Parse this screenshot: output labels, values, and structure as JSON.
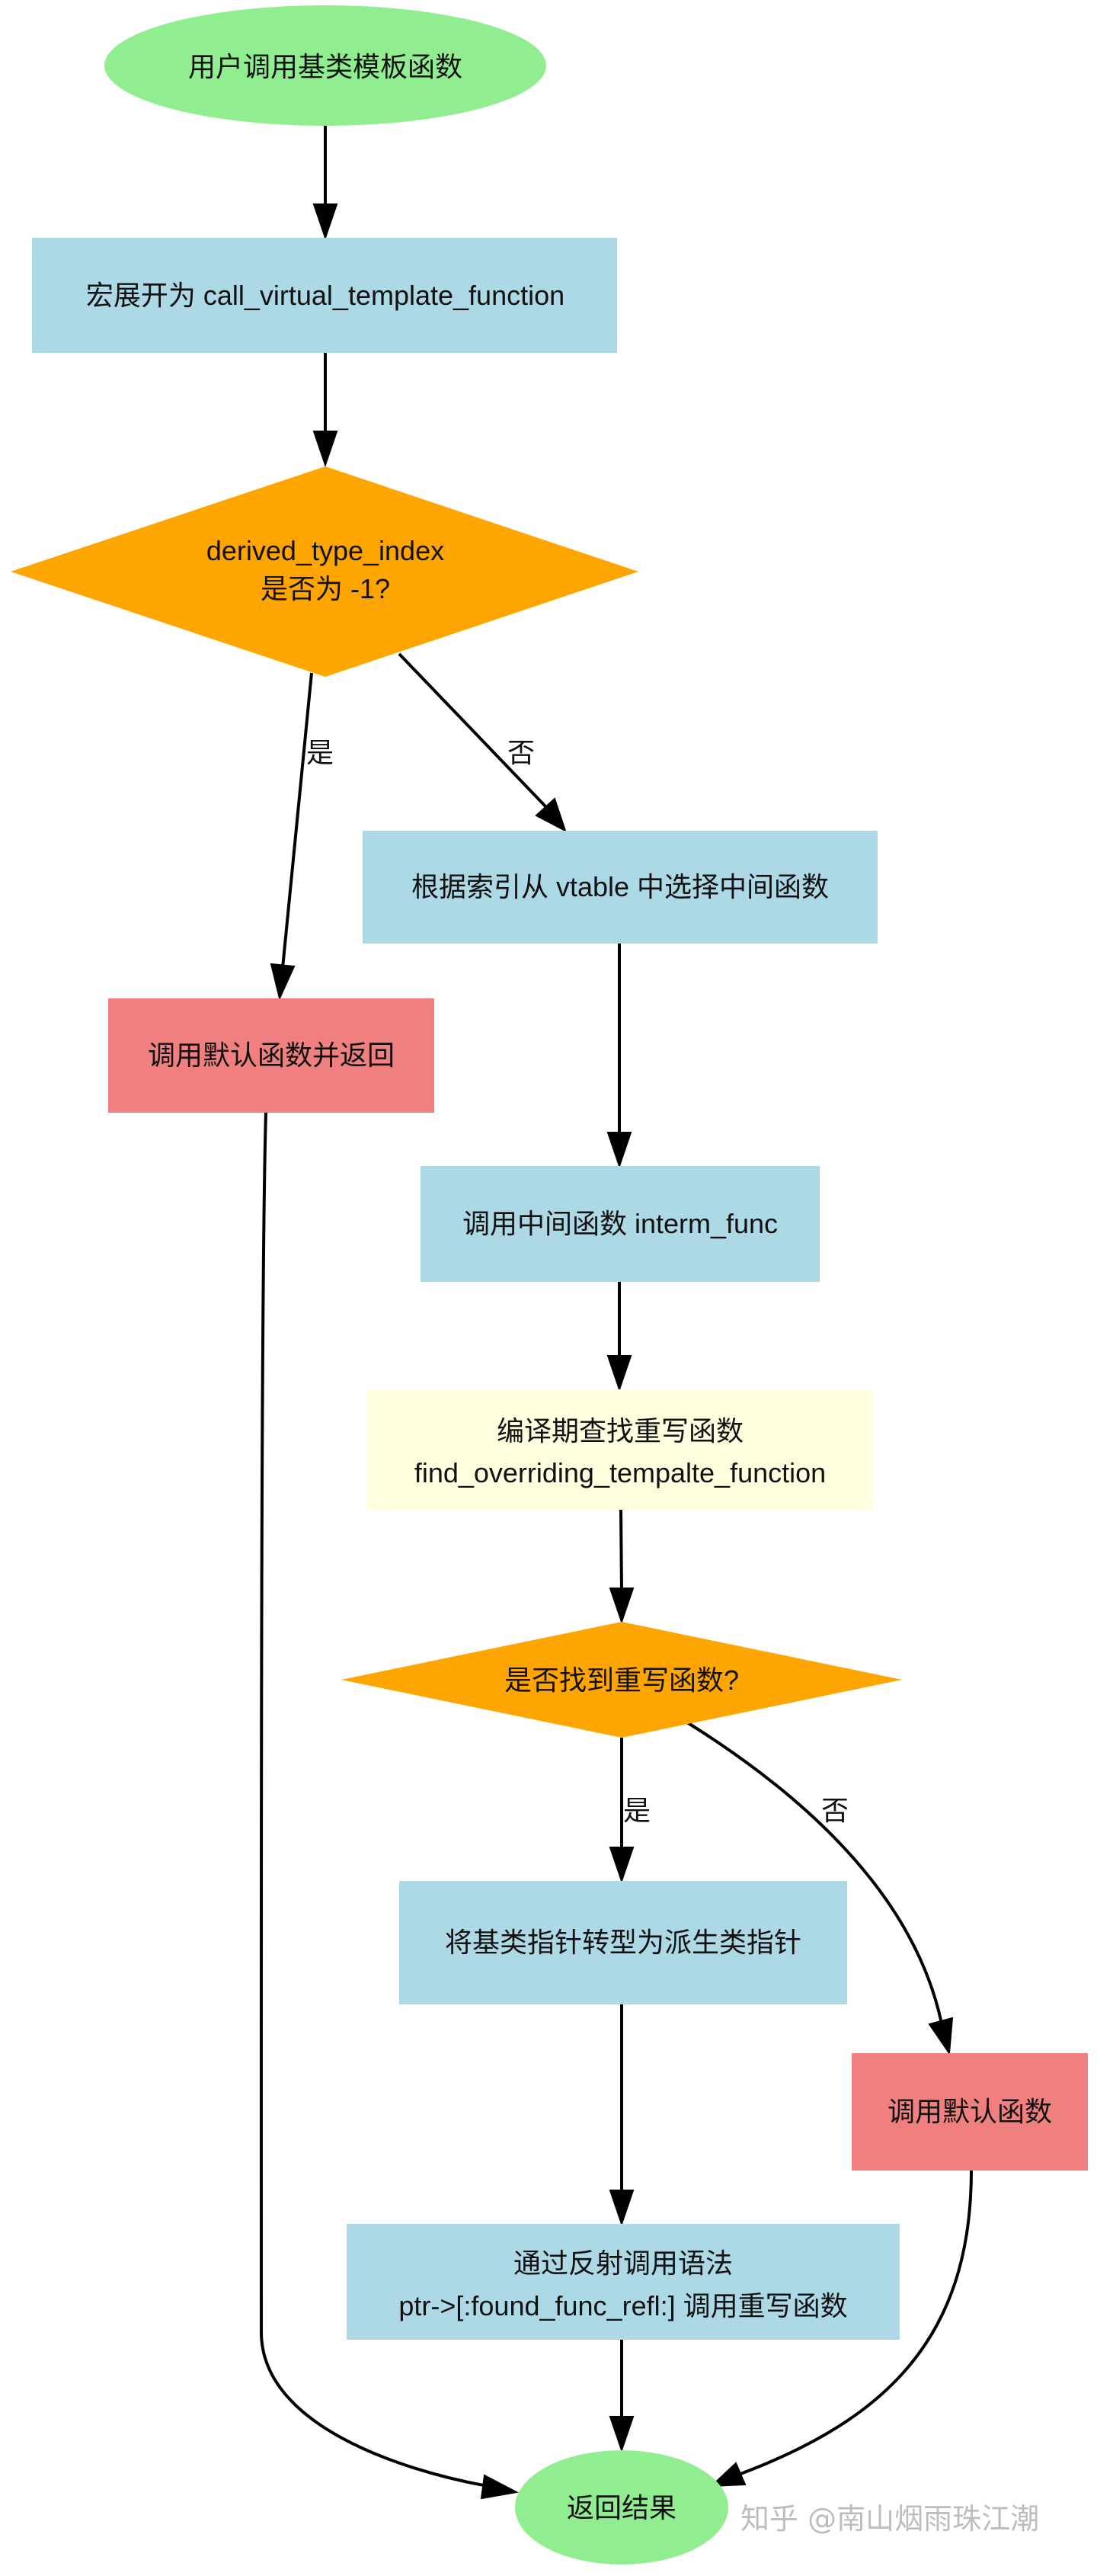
{
  "colors": {
    "terminal": "#90ee90",
    "process": "#add8e6",
    "decision": "#ffa500",
    "fallback": "#f08080",
    "compile_time": "#ffffe0",
    "edge": "#000000"
  },
  "nodes": {
    "start": {
      "label": "用户调用基类模板函数"
    },
    "macro_expand": {
      "label": "宏展开为 call_virtual_template_function"
    },
    "check_index": {
      "line1": "derived_type_index",
      "line2": "是否为 -1?"
    },
    "call_default_return": {
      "label": "调用默认函数并返回"
    },
    "select_interm": {
      "label": "根据索引从 vtable 中选择中间函数"
    },
    "call_interm": {
      "label": "调用中间函数 interm_func"
    },
    "find_override": {
      "line1": "编译期查找重写函数",
      "line2": "find_overriding_tempalte_function"
    },
    "check_found": {
      "label": "是否找到重写函数?"
    },
    "cast_pointer": {
      "label": "将基类指针转型为派生类指针"
    },
    "call_default": {
      "label": "调用默认函数"
    },
    "reflect_call": {
      "line1": "通过反射调用语法",
      "line2": "ptr->[:found_func_refl:] 调用重写函数"
    },
    "end": {
      "label": "返回结果"
    }
  },
  "edges": {
    "yes_label_1": "是",
    "no_label_1": "否",
    "yes_label_2": "是",
    "no_label_2": "否"
  },
  "watermark": "知乎 @南山烟雨珠江潮"
}
